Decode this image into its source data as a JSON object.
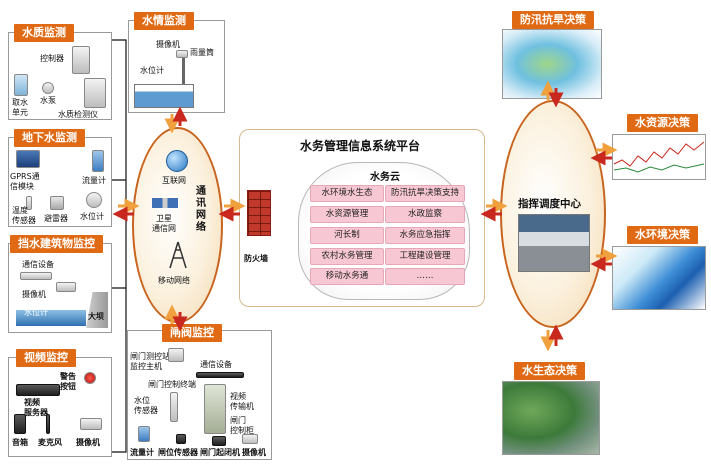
{
  "panels": {
    "water_quality": {
      "title": "水质监测",
      "labels": [
        "控制器",
        "取水\n单元",
        "水泵",
        "水质检测仪"
      ]
    },
    "groundwater": {
      "title": "地下水监测",
      "labels": [
        "GPRS通\n信模块",
        "流量计",
        "温度\n传感器",
        "避雷器",
        "水位计"
      ]
    },
    "dam": {
      "title": "挡水建筑物监控",
      "labels": [
        "通信设备",
        "摄像机",
        "水位计",
        "大坝"
      ]
    },
    "video": {
      "title": "视频监控",
      "labels": [
        "警告\n按钮",
        "视频\n服务器",
        "音箱",
        "麦克风",
        "摄像机"
      ]
    },
    "hydrology": {
      "title": "水情监测",
      "labels": [
        "摄像机",
        "雨量筒",
        "水位计"
      ]
    },
    "gate": {
      "title": "闸阀监控",
      "labels": [
        "闸门测控站\n监控主机",
        "通信设备",
        "闸门控制终端",
        "水位\n传感器",
        "视频\n传输机",
        "闸门\n控制柜",
        "流量计",
        "闸位传感器",
        "闸门起闭机",
        "摄像机"
      ]
    }
  },
  "network": {
    "title": "通讯网络",
    "internet": "互联网",
    "satellite": "卫星\n通信网",
    "mobile": "移动网络"
  },
  "platform": {
    "title": "水务管理信息系统平台",
    "firewall": "防火墙",
    "cloud_title": "水务云",
    "services": [
      "水环境水生态",
      "防汛抗旱决策支持",
      "水资源管理",
      "水政监察",
      "河长制",
      "水务应急指挥",
      "农村水务管理",
      "工程建设管理",
      "移动水务通",
      "……"
    ]
  },
  "command_center": {
    "title": "指挥调度中心"
  },
  "decisions": {
    "flood": "防汛抗旱决策",
    "resources": "水资源决策",
    "environment": "水环境决策",
    "ecology": "水生态决策"
  },
  "colors": {
    "header": "#e06a14",
    "arrow_orange": "#f0a03c",
    "arrow_red": "#c8281e",
    "cloud_row": "#f7c7d3",
    "ellipse_border": "#c8641e"
  }
}
